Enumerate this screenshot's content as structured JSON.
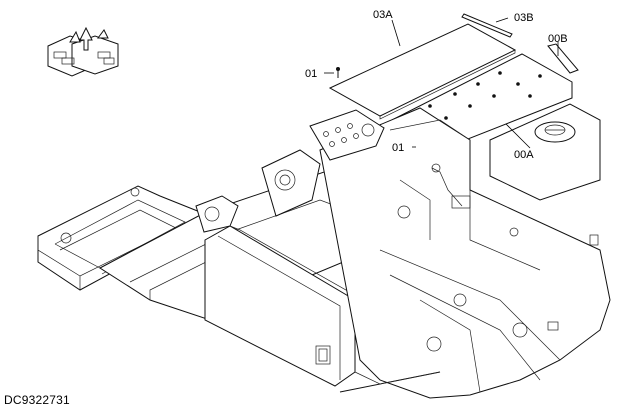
{
  "callouts": {
    "c03A": "03A",
    "c03B": "03B",
    "c00B": "00B",
    "c01_top": "01",
    "c00A": "00A",
    "c01_mid": "01"
  },
  "document_id": "DC9322731",
  "icons": {
    "orientation": "machine-orientation-icon"
  }
}
